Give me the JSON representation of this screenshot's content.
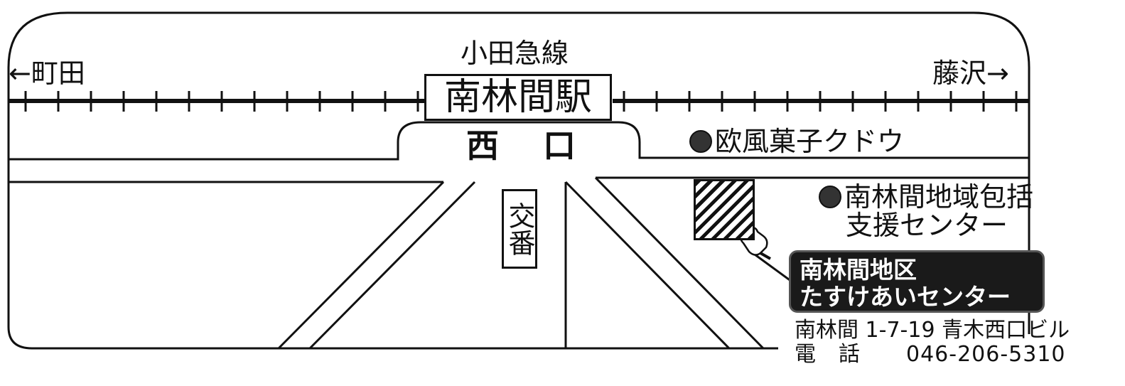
{
  "map": {
    "rail_line": "小田急線",
    "station": "南林間駅",
    "station_exit": "西口",
    "direction_left": "←町田",
    "direction_right": "藤沢→",
    "police_box": "交番",
    "landmarks": [
      {
        "name": "欧風菓子クドウ",
        "icon": "filled-circle-icon"
      },
      {
        "name_line1": "南林間地域包括",
        "name_line2": "支援センター",
        "icon": "filled-circle-icon"
      }
    ],
    "destination": {
      "name_line1": "南林間地区",
      "name_line2": "たすけあいセンター",
      "address": "南林間 1-7-19  青木西口ビル",
      "tel_label": "電　話",
      "tel": "046-206-5310",
      "marker_icon": "pointing-hand-icon"
    },
    "colors": {
      "ink": "#111111",
      "label_bg": "#1a1a1a",
      "paper": "#ffffff"
    }
  }
}
